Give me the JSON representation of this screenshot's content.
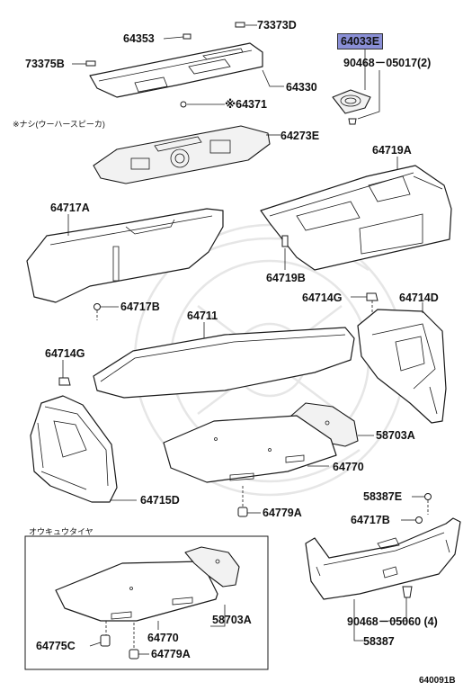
{
  "labels": {
    "p64033e": "64033E",
    "p73373d": "73373D",
    "p64353": "64353",
    "p73375b": "73375B",
    "p90468_05017": "90468－05017(2)",
    "p64330": "64330",
    "p64371": "※64371",
    "note_speaker": "※ナシ(ウーハースピーカ)",
    "p64273e": "64273E",
    "p64719a": "64719A",
    "p64717a": "64717A",
    "p64719b": "64719B",
    "p64714g_r": "64714G",
    "p64714d": "64714D",
    "p64717b_l": "64717B",
    "p64711": "64711",
    "p64714g_l": "64714G",
    "p58703a_top": "58703A",
    "p64770_top": "64770",
    "p64715d": "64715D",
    "p58387e": "58387E",
    "p64779a_top": "64779A",
    "p64717b_r": "64717B",
    "spare_tire_box": "オウキュウタイヤ",
    "p58703a_box": "58703A",
    "p64770_box": "64770",
    "p64775c": "64775C",
    "p64779a_box": "64779A",
    "p90468_05060": "90468－05060 (4)",
    "p58387": "58387",
    "diagram_id": "640091B"
  }
}
